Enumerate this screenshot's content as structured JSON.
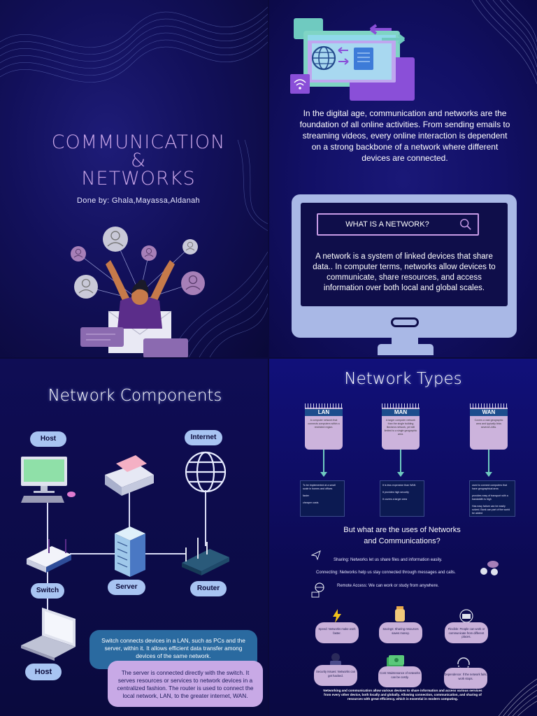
{
  "title_panel": {
    "title_line1": "COMMUNICATION",
    "title_line2": "&",
    "title_line3": "NETWORKS",
    "byline": "Done by: Ghala,Mayassa,Aldanah"
  },
  "about_panel": {
    "intro": "In the digital age, communication and networks are the foundation of all online activities. From sending emails to streaming videos, every online interaction is dependent on a strong backbone of a network where different devices are connected.",
    "search_label": "WHAT IS A NETWORK?",
    "definition": "A network is a system of linked devices that share data.. In computer terms, networks allow devices to communicate, share resources, and access information over both local and global scales."
  },
  "components_panel": {
    "title": "Network Components",
    "labels": {
      "host_top": "Host",
      "internet": "Internet",
      "switch": "Switch",
      "server": "Server",
      "router": "Router",
      "host_bottom": "Host"
    },
    "note_switch": "Switch connects devices in a LAN, such as PCs and the server, within it. It allows efficient data transfer among devices of the same network.",
    "note_server": "The server is connected directly with the switch. It serves resources or services to network devices in a centralized fashion. The router is used to connect the local network, LAN, to the greater internet, WAN."
  },
  "types_panel": {
    "title": "Network Types",
    "cards": [
      {
        "name": "LAN",
        "desc": "A computer network that connects computers within a restricted region."
      },
      {
        "name": "MAN",
        "desc": "A larger computer network than the single building like/area network, yet still limited to a single geographic area."
      },
      {
        "name": "WAN",
        "desc": "Covers a vast geographic area and typically links several LANs."
      }
    ],
    "boxes": [
      [
        "To be implemented at a small scale in homes and offices",
        "faster",
        "cheaper costs"
      ],
      [
        "It is less expensive than WAN",
        "It provides high security",
        "It covers a larger area"
      ],
      [
        "used to connect computers that have geographical area",
        "provides easy of transport with a bandwidth is high",
        "Has easy failure can be easily solved. Bank can part of the world be added"
      ]
    ],
    "uses_title_line1": "But what are the uses of Networks",
    "uses_title_line2": "and Communications?",
    "uses": [
      "Sharing: Networks let us share files and information easily.",
      "Connecting: Networks help us stay connected through messages and calls.",
      "Remote Access: We can work or study from anywhere."
    ],
    "chips": [
      "Speed: Networks make work faster.",
      "Savings: Sharing resources saves money.",
      "Flexible: People can work or communicate from different places.",
      "Security Issues: Networks can get hacked.",
      "Cost: Maintenance of networks can be costly.",
      "Dependence: If the network fails, work stops."
    ],
    "footer": "Networking and communication allow various devices to share information and access various services from every other device, both locally and globally. Allowing connection, communication, and sharing of resources with great efficiency, which is essential in modern computing."
  },
  "colors": {
    "background": "#0b0a3a",
    "title_lilac": "#c9a6e8",
    "monitor": "#a9b8e6",
    "pill": "#a8c4f2",
    "card": "#ccb3dc",
    "teal_arrow": "#6fcac0",
    "note_blue": "#2a6aa0",
    "note_lilac": "#c8a9e6"
  }
}
